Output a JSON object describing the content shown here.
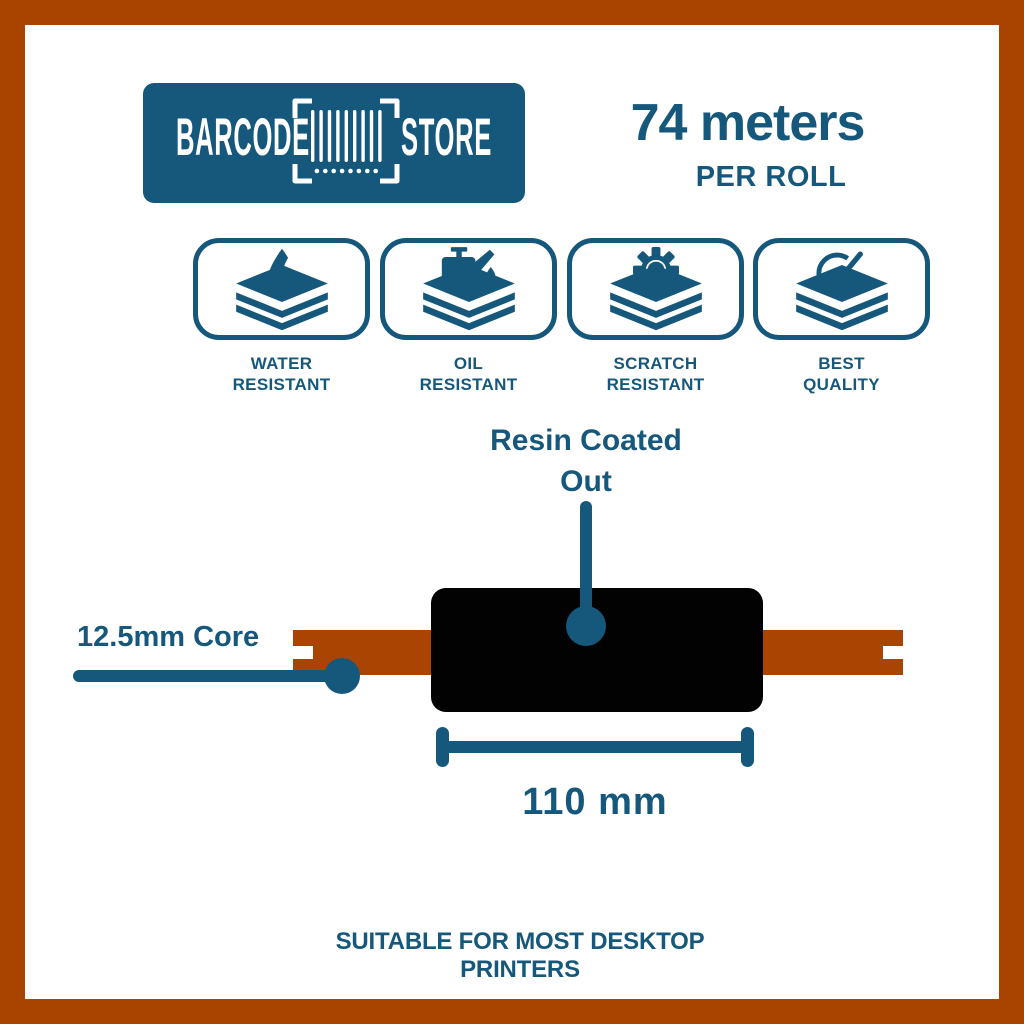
{
  "colors": {
    "accent_teal": "#16587c",
    "frame_orange": "#a84400",
    "ribbon_orange": "#a94403",
    "roll_black": "#020202",
    "background": "#ffffff",
    "logo_text": "#ffffff"
  },
  "logo": {
    "word_left": "BARCODE",
    "word_right": "STORE",
    "icon": "barcode-scan-icon"
  },
  "spec": {
    "value": "74 meters",
    "unit": "PER ROLL"
  },
  "badges": [
    {
      "icon": "water-drop-icon",
      "line1": "WATER",
      "line2": "RESISTANT"
    },
    {
      "icon": "oil-can-icon",
      "line1": "OIL",
      "line2": "RESISTANT"
    },
    {
      "icon": "gear-icon",
      "line1": "SCRATCH",
      "line2": "RESISTANT"
    },
    {
      "icon": "check-circle-icon",
      "line1": "BEST",
      "line2": "QUALITY"
    }
  ],
  "diagram": {
    "coating_line1": "Resin Coated",
    "coating_line2": "Out",
    "core_label": "12.5mm Core",
    "width_label": "110 mm"
  },
  "footer": {
    "text": "SUITABLE FOR MOST DESKTOP PRINTERS"
  }
}
